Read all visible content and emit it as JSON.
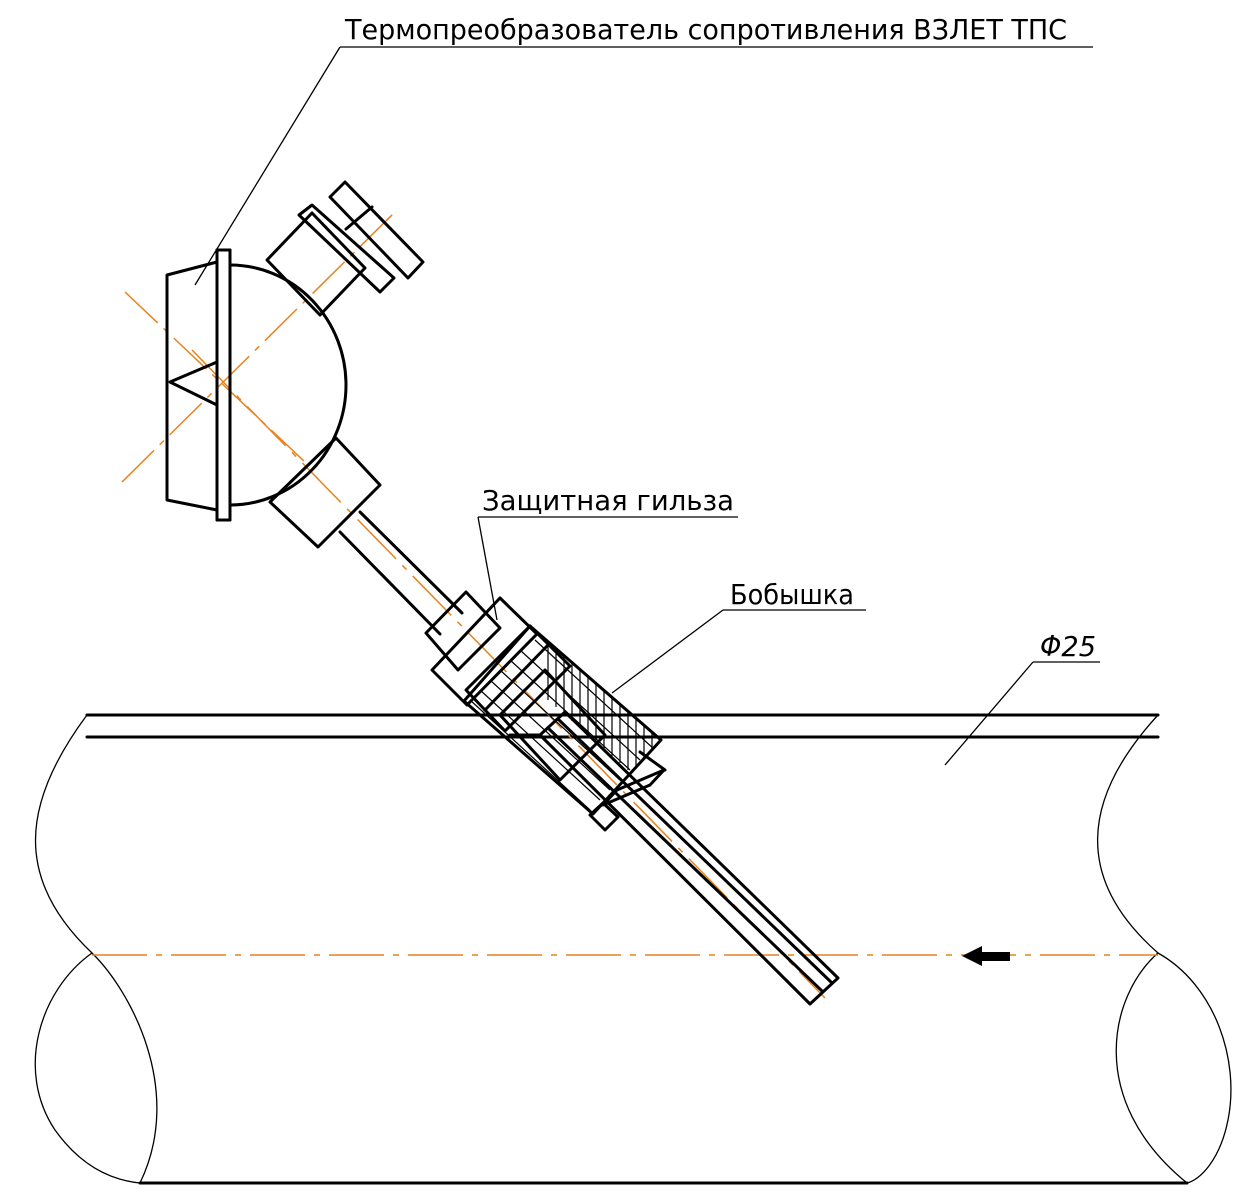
{
  "labels": {
    "sensor": "Термопреобразователь сопротивления ВЗЛЕТ ТПС",
    "sleeve": "Защитная гильза",
    "boss": "Бобышка",
    "diameter": "Φ25"
  },
  "colors": {
    "lines": "#000000",
    "axis": "#e8821e",
    "background": "#ffffff"
  },
  "icons": {
    "flow_direction": "arrow-left-icon"
  }
}
